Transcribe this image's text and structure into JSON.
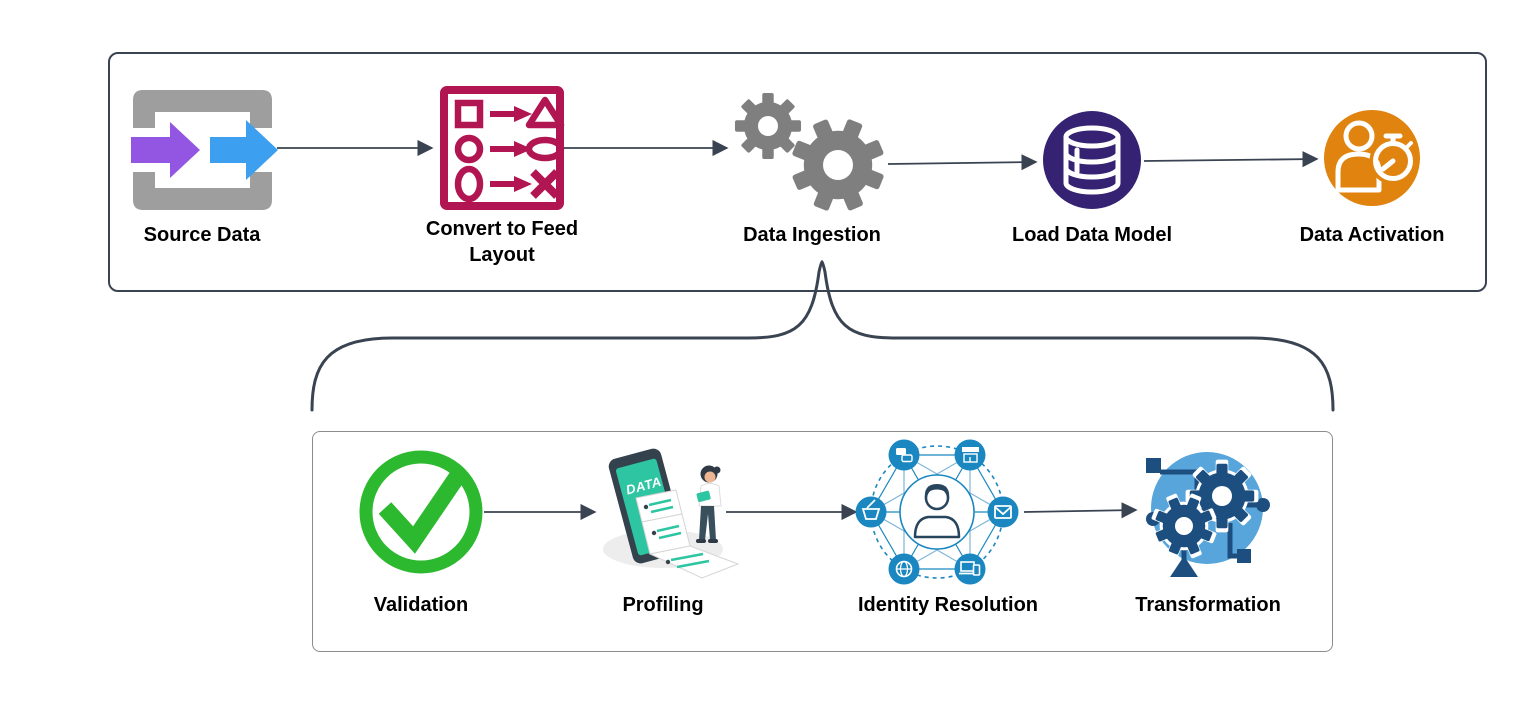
{
  "diagram": {
    "pipeline_stages": [
      {
        "label": "Source Data",
        "icon": "source-data-icon"
      },
      {
        "label": "Convert to Feed Layout",
        "icon": "convert-to-feed-layout-icon"
      },
      {
        "label": "Data Ingestion",
        "icon": "data-ingestion-gears-icon"
      },
      {
        "label": "Load Data Model",
        "icon": "load-data-model-database-icon"
      },
      {
        "label": "Data Activation",
        "icon": "data-activation-audience-timer-icon"
      }
    ],
    "ingestion_stages": [
      {
        "label": "Validation",
        "icon": "validation-checkmark-icon"
      },
      {
        "label": "Profiling",
        "icon": "profiling-data-report-icon"
      },
      {
        "label": "Identity Resolution",
        "icon": "identity-resolution-network-icon"
      },
      {
        "label": "Transformation",
        "icon": "transformation-gears-circuit-icon"
      }
    ],
    "profiling_screen_text": "DATA",
    "colors": {
      "connector_dark_slate": "#3a4351",
      "source_bracket_gray": "#9e9e9e",
      "source_arrow_purple": "#9256e3",
      "source_arrow_blue": "#3d9ff0",
      "convert_crimson": "#b11552",
      "ingestion_gear_gray": "#7f7f7f",
      "load_model_indigo": "#362272",
      "activation_orange": "#e0830f",
      "validation_green": "#2db92f",
      "profiling_teal": "#2ec5a2",
      "profiling_phone_dark": "#33424c",
      "identity_blue": "#1b87c1",
      "transformation_light_blue": "#57a5da",
      "transformation_dark_blue": "#1c4f80"
    }
  }
}
